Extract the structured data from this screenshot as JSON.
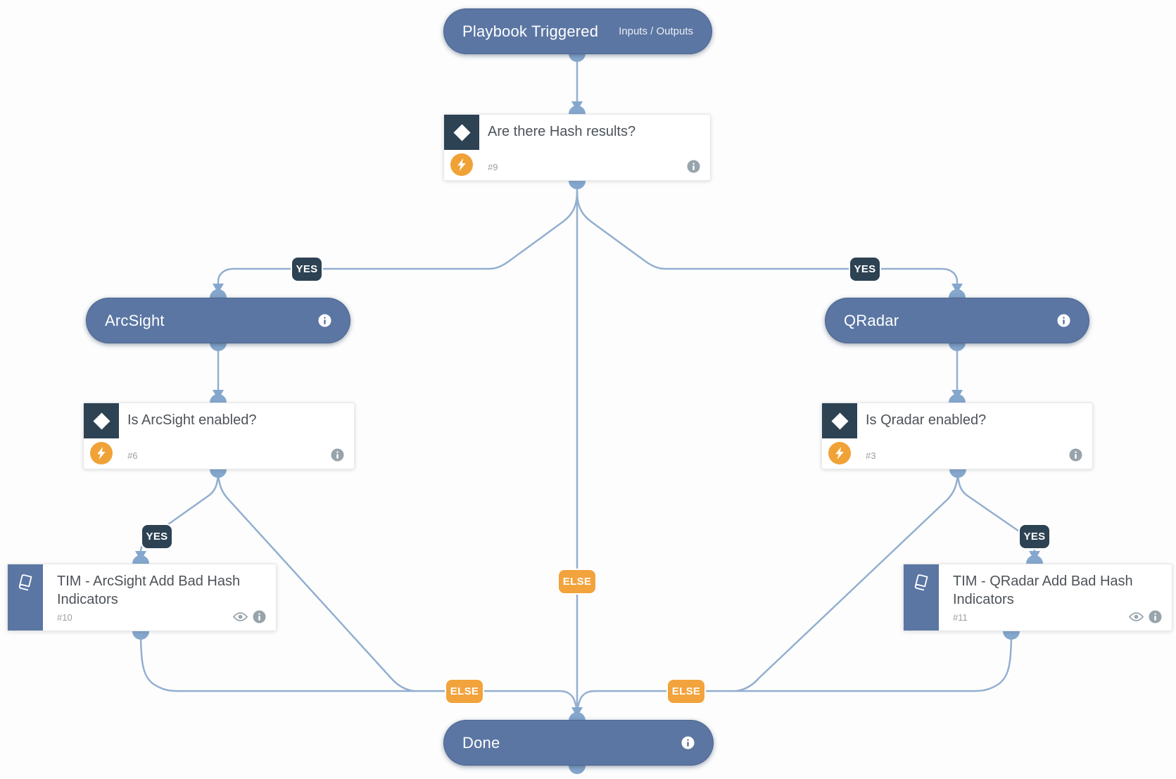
{
  "labels": {
    "yes": "YES",
    "else": "ELSE"
  },
  "nodes": {
    "playbook": {
      "title": "Playbook Triggered",
      "meta": "Inputs / Outputs"
    },
    "hash": {
      "title": "Are there Hash results?",
      "num": "#9"
    },
    "arcsight": {
      "title": "ArcSight"
    },
    "qradar": {
      "title": "QRadar"
    },
    "is_arcsight": {
      "title": "Is ArcSight enabled?",
      "num": "#6"
    },
    "is_qradar": {
      "title": "Is Qradar enabled?",
      "num": "#3"
    },
    "tim_arcsight": {
      "title": "TIM - ArcSight Add Bad Hash Indicators",
      "num": "#10"
    },
    "tim_qradar": {
      "title": "TIM - QRadar Add Bad Hash Indicators",
      "num": "#11"
    },
    "done": {
      "title": "Done"
    }
  },
  "colors": {
    "pill": "#5b76a3",
    "condition_icon": "#2d4253",
    "accent_orange": "#f0a236",
    "connector_line": "#93afd0",
    "connector_node": "#85a7cd",
    "card_title": "#4d5359"
  }
}
